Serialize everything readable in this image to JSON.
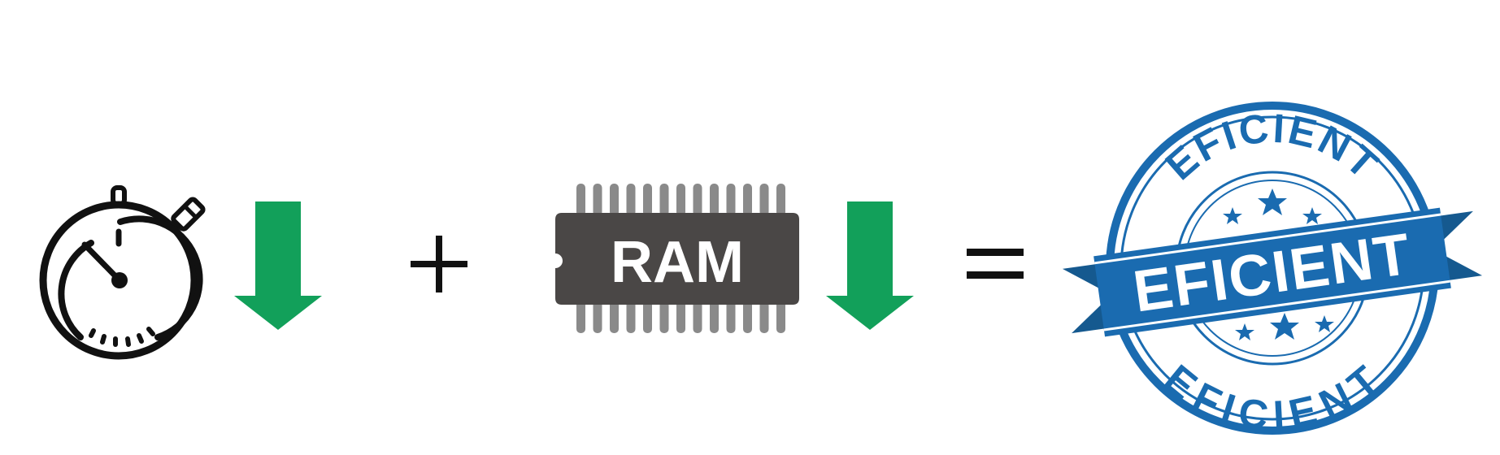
{
  "equation": {
    "term1": {
      "icon": "stopwatch-icon",
      "change": "down-arrow-icon"
    },
    "operator1": "+",
    "term2": {
      "chip_label": "RAM",
      "icon": "memory-chip-icon",
      "change": "down-arrow-icon"
    },
    "operator2": "=",
    "result": {
      "icon": "stamp-seal",
      "ribbon_text": "EFICIENT",
      "top_arc_text": "EFICIENT",
      "bottom_arc_text": "EFICIENT"
    }
  },
  "colors": {
    "arrow": "#12a05a",
    "chip_body": "#4a4746",
    "chip_pins": "#8a8a8a",
    "stamp_blue": "#1a6bb0",
    "stroke": "#111111"
  }
}
